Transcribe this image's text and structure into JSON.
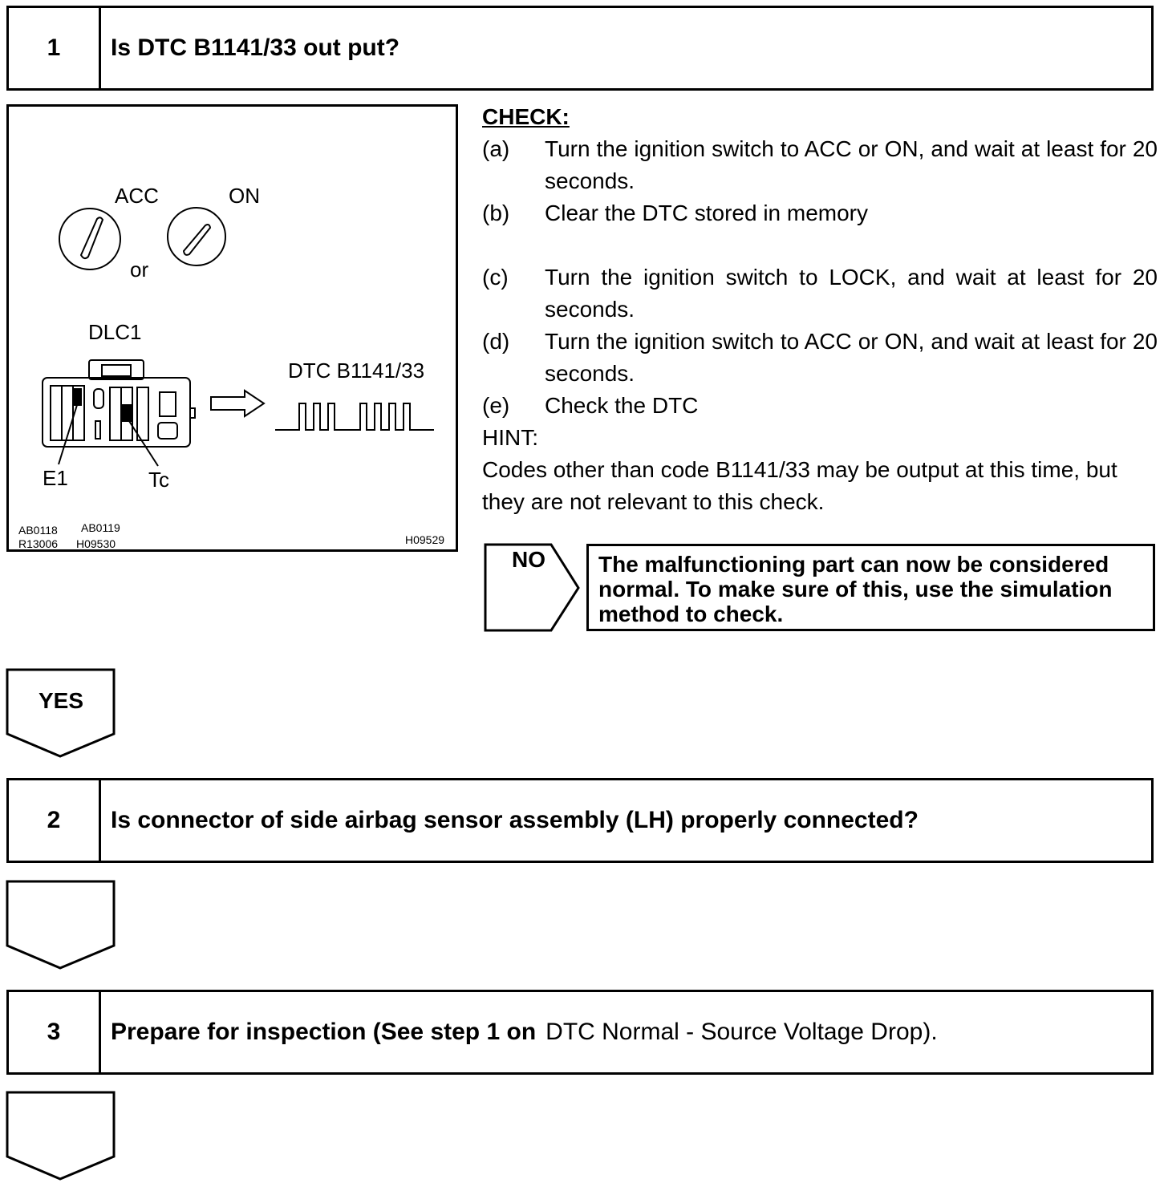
{
  "step1": {
    "number": "1",
    "title": "Is DTC B1141/33 out put?"
  },
  "figure": {
    "label_acc": "ACC",
    "label_on": "ON",
    "label_or": "or",
    "label_dlc1": "DLC1",
    "label_dtc": "DTC B1141/33",
    "label_e1": "E1",
    "label_tc": "Tc",
    "ref_ab0118": "AB0118",
    "ref_ab0119": "AB0119",
    "ref_r13006": "R13006",
    "ref_h09530": "H09530",
    "ref_h09529": "H09529"
  },
  "check": {
    "heading": "CHECK:",
    "items": [
      {
        "label": "(a)",
        "text": "Turn the ignition switch to ACC or ON, and wait at least for 20 seconds."
      },
      {
        "label": "(b)",
        "text": "Clear the DTC stored in memory"
      },
      {
        "label": "(c)",
        "text": "Turn the ignition switch to LOCK, and wait at least for 20 seconds."
      },
      {
        "label": "(d)",
        "text": "Turn the ignition switch to ACC or ON, and wait at least for 20 seconds."
      },
      {
        "label": "(e)",
        "text": "Check the DTC"
      }
    ],
    "hint_label": "HINT:",
    "hint_text": "Codes other than code B1141/33 may be output at this time, but they are not relevant to this check."
  },
  "no_branch": {
    "label": "NO",
    "result": "The malfunctioning part can now be considered normal. To make sure of this, use the simulation method to check."
  },
  "yes_label": "YES",
  "step2": {
    "number": "2",
    "title": "Is connector of side airbag sensor assembly (LH) properly connected?"
  },
  "step3": {
    "number": "3",
    "title_bold": "Prepare for inspection (See step 1 on",
    "title_plain": "DTC Normal - Source Voltage Drop)."
  }
}
